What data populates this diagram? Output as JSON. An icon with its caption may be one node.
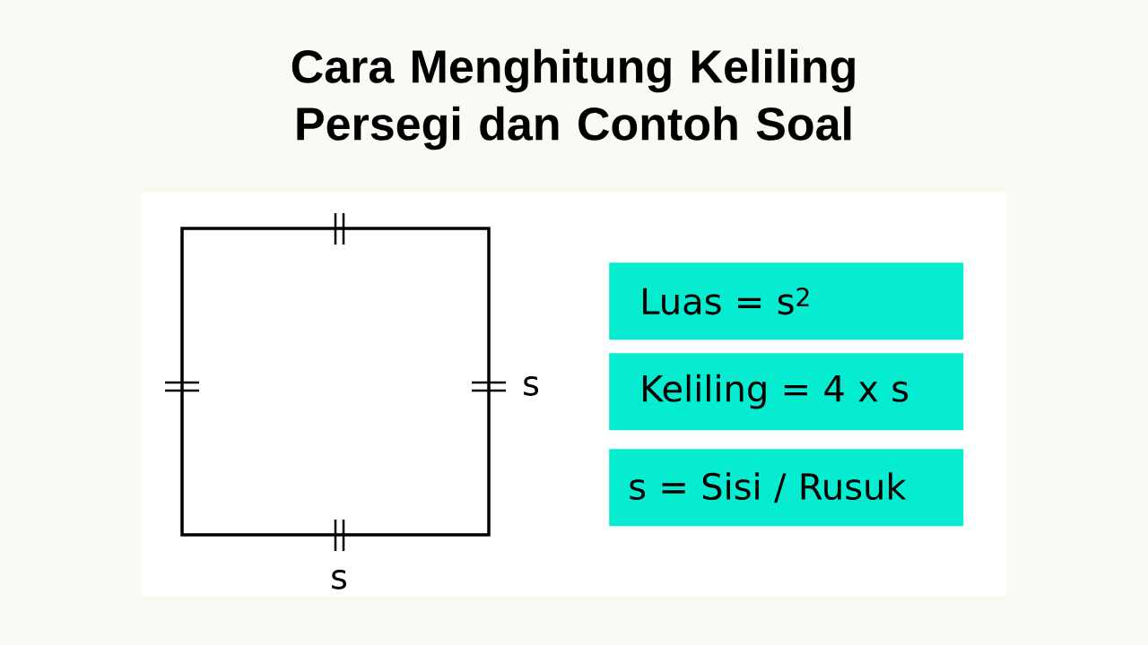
{
  "diagram": {
    "title": "Cara Menghitung Keliling Persegi dan Contoh Soal",
    "nodes": [
      {
        "text": [
          "Luas = s$^{2}$"
        ]
      },
      {
        "text": [
          "Keliling = 4 x s"
        ]
      },
      {
        "text": [
          "s = Sisi / Rusuk"
        ]
      }
    ],
    "labels": [
      "s",
      "s"
    ]
  }
}
